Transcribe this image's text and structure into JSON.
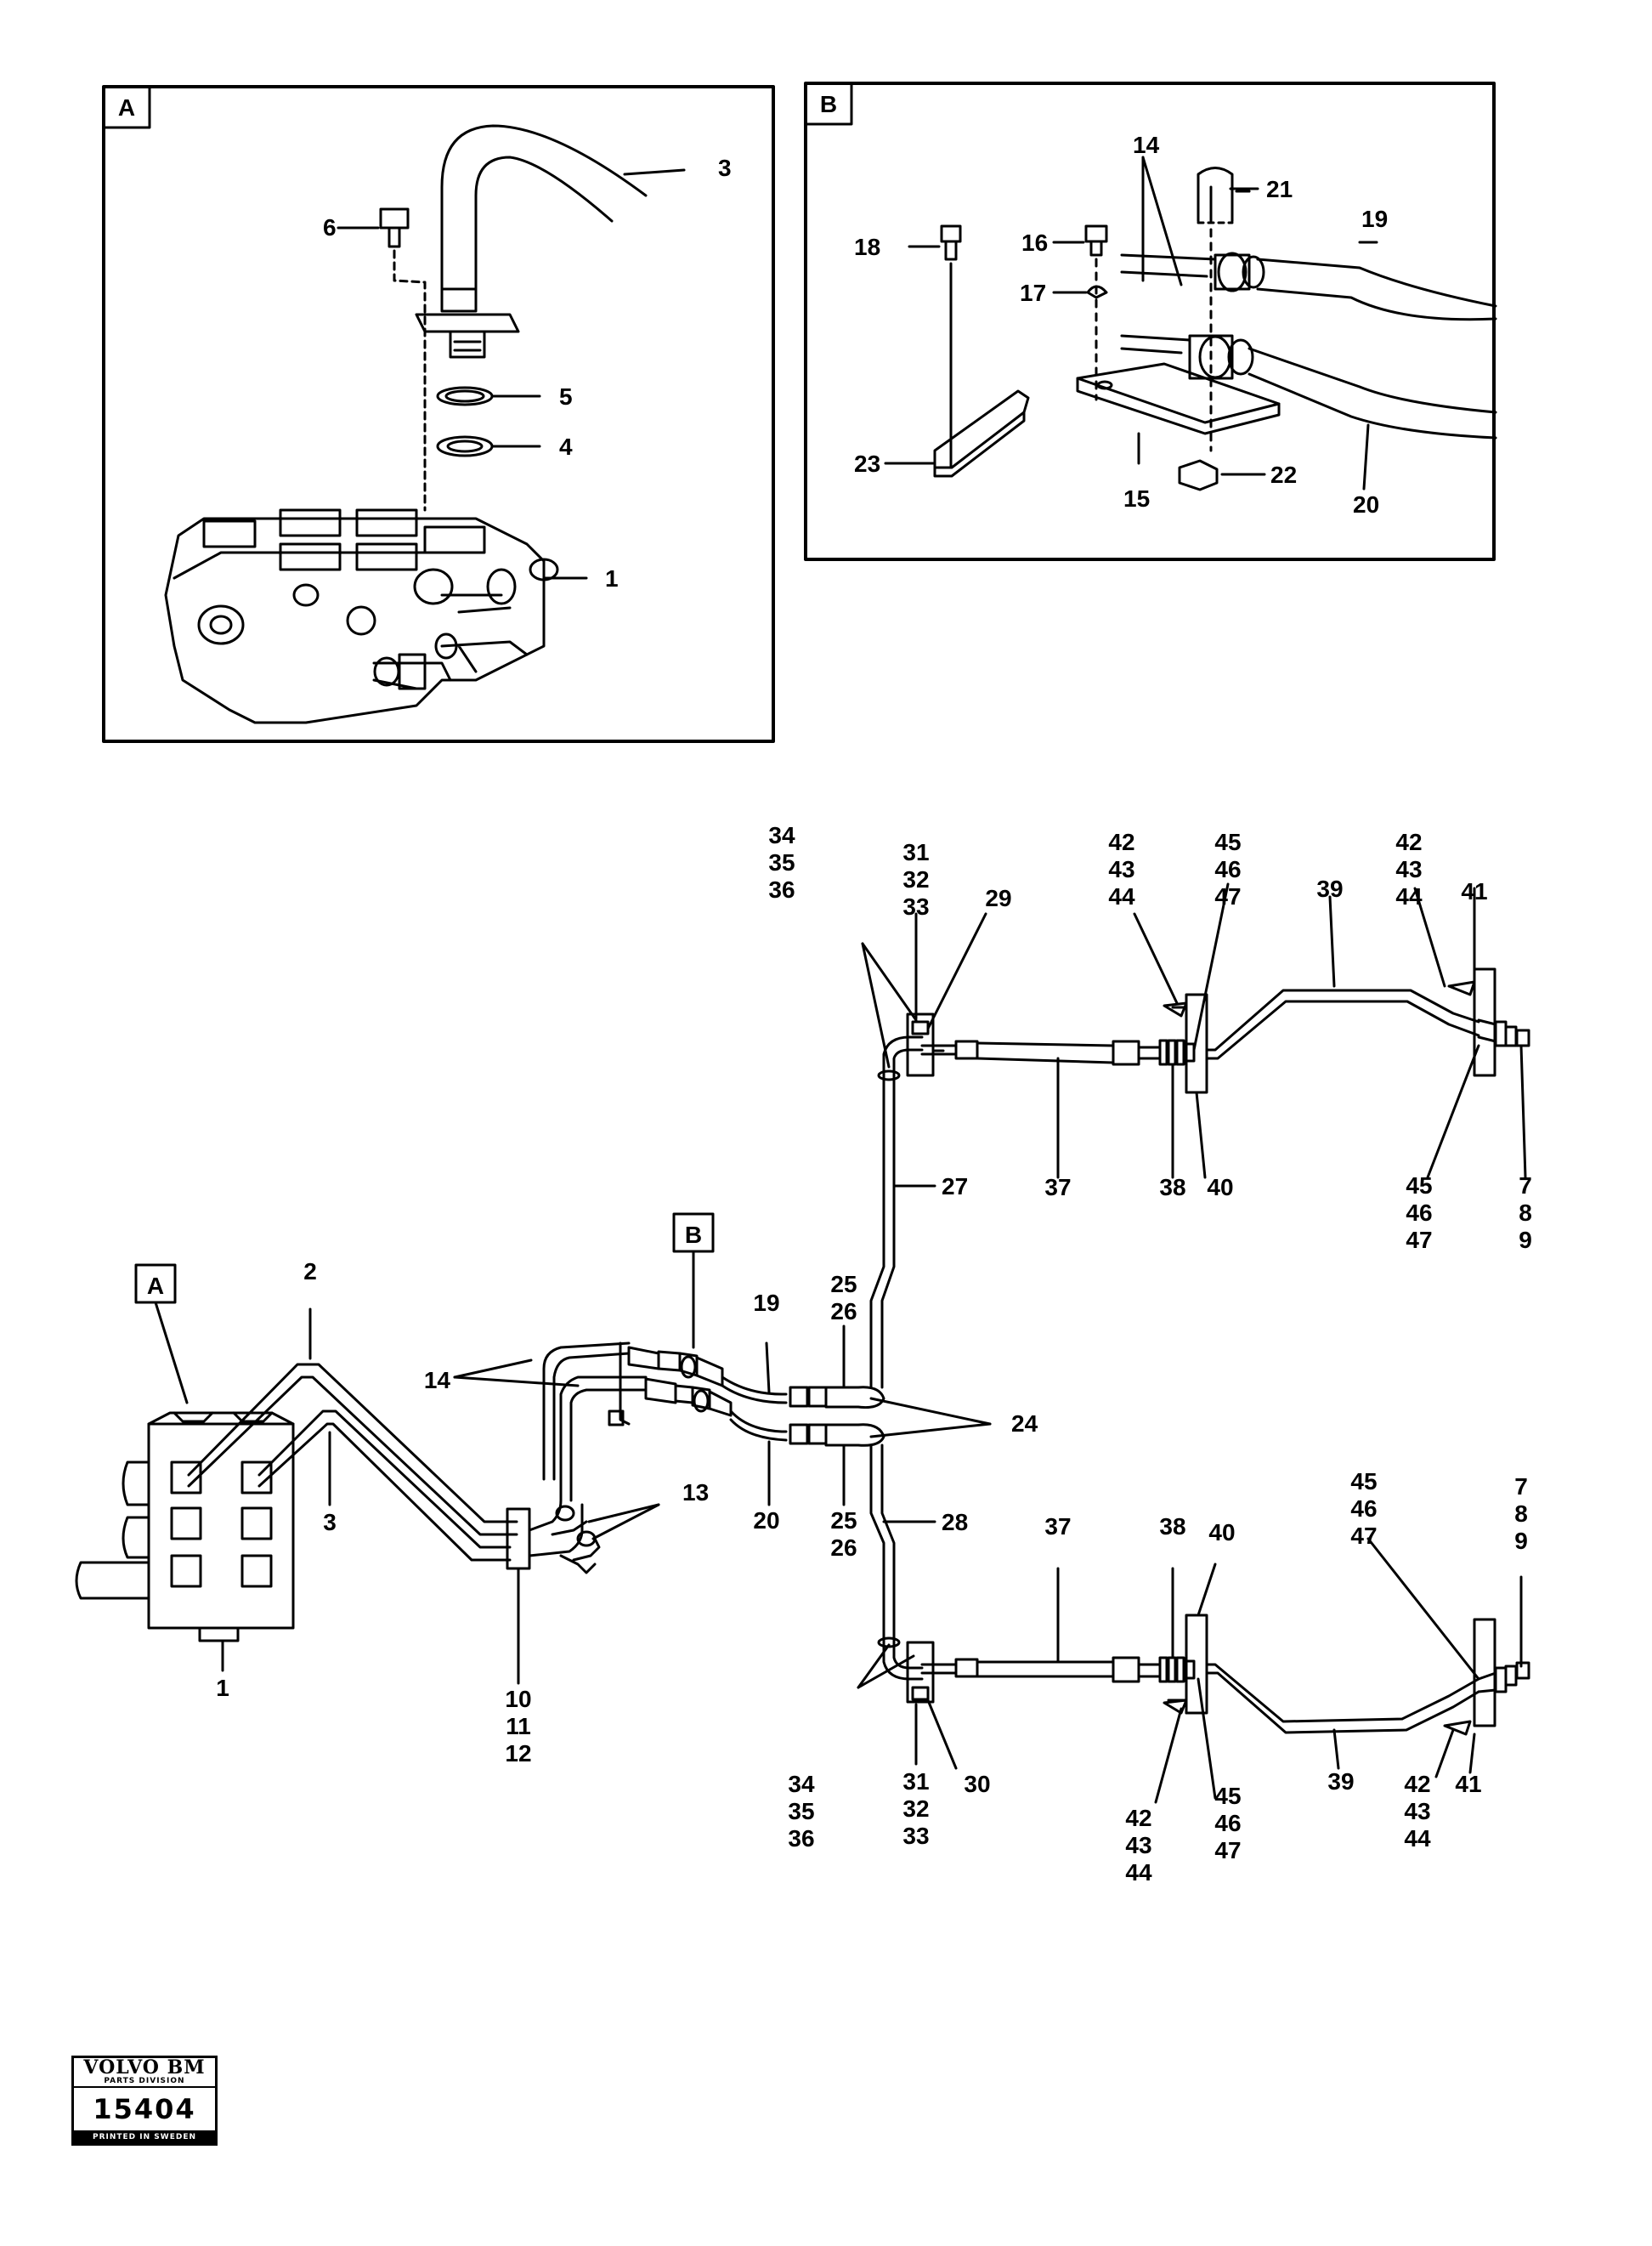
{
  "inset_a": {
    "tag": "A",
    "callouts": [
      "1",
      "3",
      "4",
      "5",
      "6"
    ]
  },
  "inset_b": {
    "tag": "B",
    "callouts": [
      "14",
      "15",
      "16",
      "17",
      "18",
      "19",
      "20",
      "21",
      "22",
      "23"
    ]
  },
  "main": {
    "tag_a": "A",
    "tag_b": "B",
    "callouts": {
      "n1": "1",
      "n2": "2",
      "n3": "3",
      "n10": "10",
      "n11": "11",
      "n12": "12",
      "n13": "13",
      "n14": "14",
      "n19": "19",
      "n20": "20",
      "n24": "24",
      "n25a": "25",
      "n26a": "26",
      "n25b": "25",
      "n26b": "26",
      "n27": "27",
      "n28": "28",
      "n29": "29",
      "n30": "30",
      "n31a": "31",
      "n32a": "32",
      "n33a": "33",
      "n31b": "31",
      "n32b": "32",
      "n33b": "33",
      "n34a": "34",
      "n35a": "35",
      "n36a": "36",
      "n34b": "34",
      "n35b": "35",
      "n36b": "36",
      "n37a": "37",
      "n37b": "37",
      "n38a": "38",
      "n38b": "38",
      "n39a": "39",
      "n39b": "39",
      "n40a": "40",
      "n40b": "40",
      "n41a": "41",
      "n41b": "41",
      "n42a": "42",
      "n43a": "43",
      "n44a": "44",
      "n42b": "42",
      "n43b": "43",
      "n44b": "44",
      "n42c": "42",
      "n43c": "43",
      "n44c": "44",
      "n42d": "42",
      "n43d": "43",
      "n44d": "44",
      "n45a": "45",
      "n46a": "46",
      "n47a": "47",
      "n45b": "45",
      "n46b": "46",
      "n47b": "47",
      "n45c": "45",
      "n46c": "46",
      "n47c": "47",
      "n45d": "45",
      "n46d": "46",
      "n47d": "47",
      "n7a": "7",
      "n8a": "8",
      "n9a": "9",
      "n7b": "7",
      "n8b": "8",
      "n9b": "9"
    }
  },
  "stamp": {
    "brand": "VOLVO BM",
    "division": "PARTS DIVISION",
    "number": "15404",
    "footer": "PRINTED IN SWEDEN"
  }
}
